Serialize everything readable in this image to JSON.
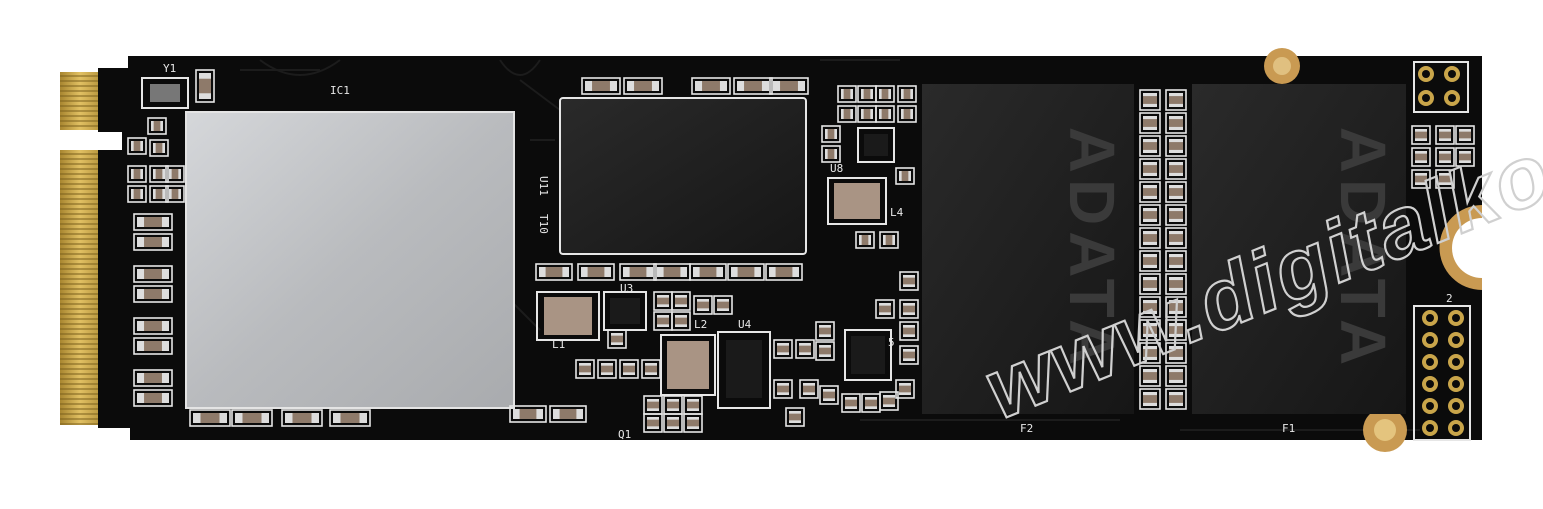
{
  "silkscreen": {
    "y1": "Y1",
    "ic1": "IC1",
    "u11": "U11",
    "t10": "T10",
    "u8": "U8",
    "l4": "L4",
    "l1": "L1",
    "l2": "L2",
    "u4": "U4",
    "u3": "U3",
    "q1": "Q1",
    "f2": "F2",
    "f1": "F1",
    "five": "5",
    "two": "2"
  },
  "chips": {
    "nand_brand_1": "ADATA",
    "nand_brand_2": "ADATA"
  },
  "watermark": "www.digitalko.hu",
  "colors": {
    "pcb": "#0b0b0b",
    "gold": "#c9a54a",
    "heatspreader": "#c4c6c9",
    "silkscreen": "#e8e8e8"
  }
}
